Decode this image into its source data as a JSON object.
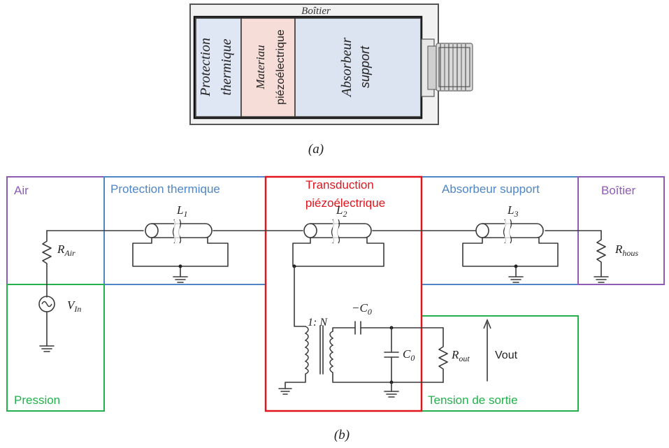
{
  "sensor": {
    "housing": "Boîtier",
    "layer1": [
      "Protection",
      "thermique"
    ],
    "layer2": [
      "Materiau",
      "piézoélectrique"
    ],
    "layer3": [
      "Absorbeur",
      "support"
    ],
    "caption": "(a)"
  },
  "circuit": {
    "caption": "(b)",
    "zones": {
      "air": "Air",
      "protection": "Protection thermique",
      "transduction": [
        "Transduction",
        "piézoélectrique"
      ],
      "absorbeur": "Absorbeur support",
      "boitier": "Boîtier",
      "pression": "Pression",
      "tension": "Tension de sortie"
    },
    "components": {
      "L1": {
        "base": "L",
        "sub": "1"
      },
      "L2": {
        "base": "L",
        "sub": "2"
      },
      "L3": {
        "base": "L",
        "sub": "3"
      },
      "R_air": {
        "base": "R",
        "sub": "Air"
      },
      "V_in": {
        "base": "V",
        "sub": "In"
      },
      "R_hous": {
        "base": "R",
        "sub": "hous"
      },
      "R_out": {
        "base": "R",
        "sub": "out"
      },
      "ratio": "1: N",
      "neg_c0": {
        "base": "−C",
        "sub": "0"
      },
      "c0": {
        "base": "C",
        "sub": "0"
      },
      "vout": "Vout"
    },
    "colors": {
      "purple": "#8e5bb5",
      "blue": "#4f86c6",
      "red": "#e2141c",
      "green": "#22b14c",
      "wire": "#3a3a3a"
    }
  }
}
